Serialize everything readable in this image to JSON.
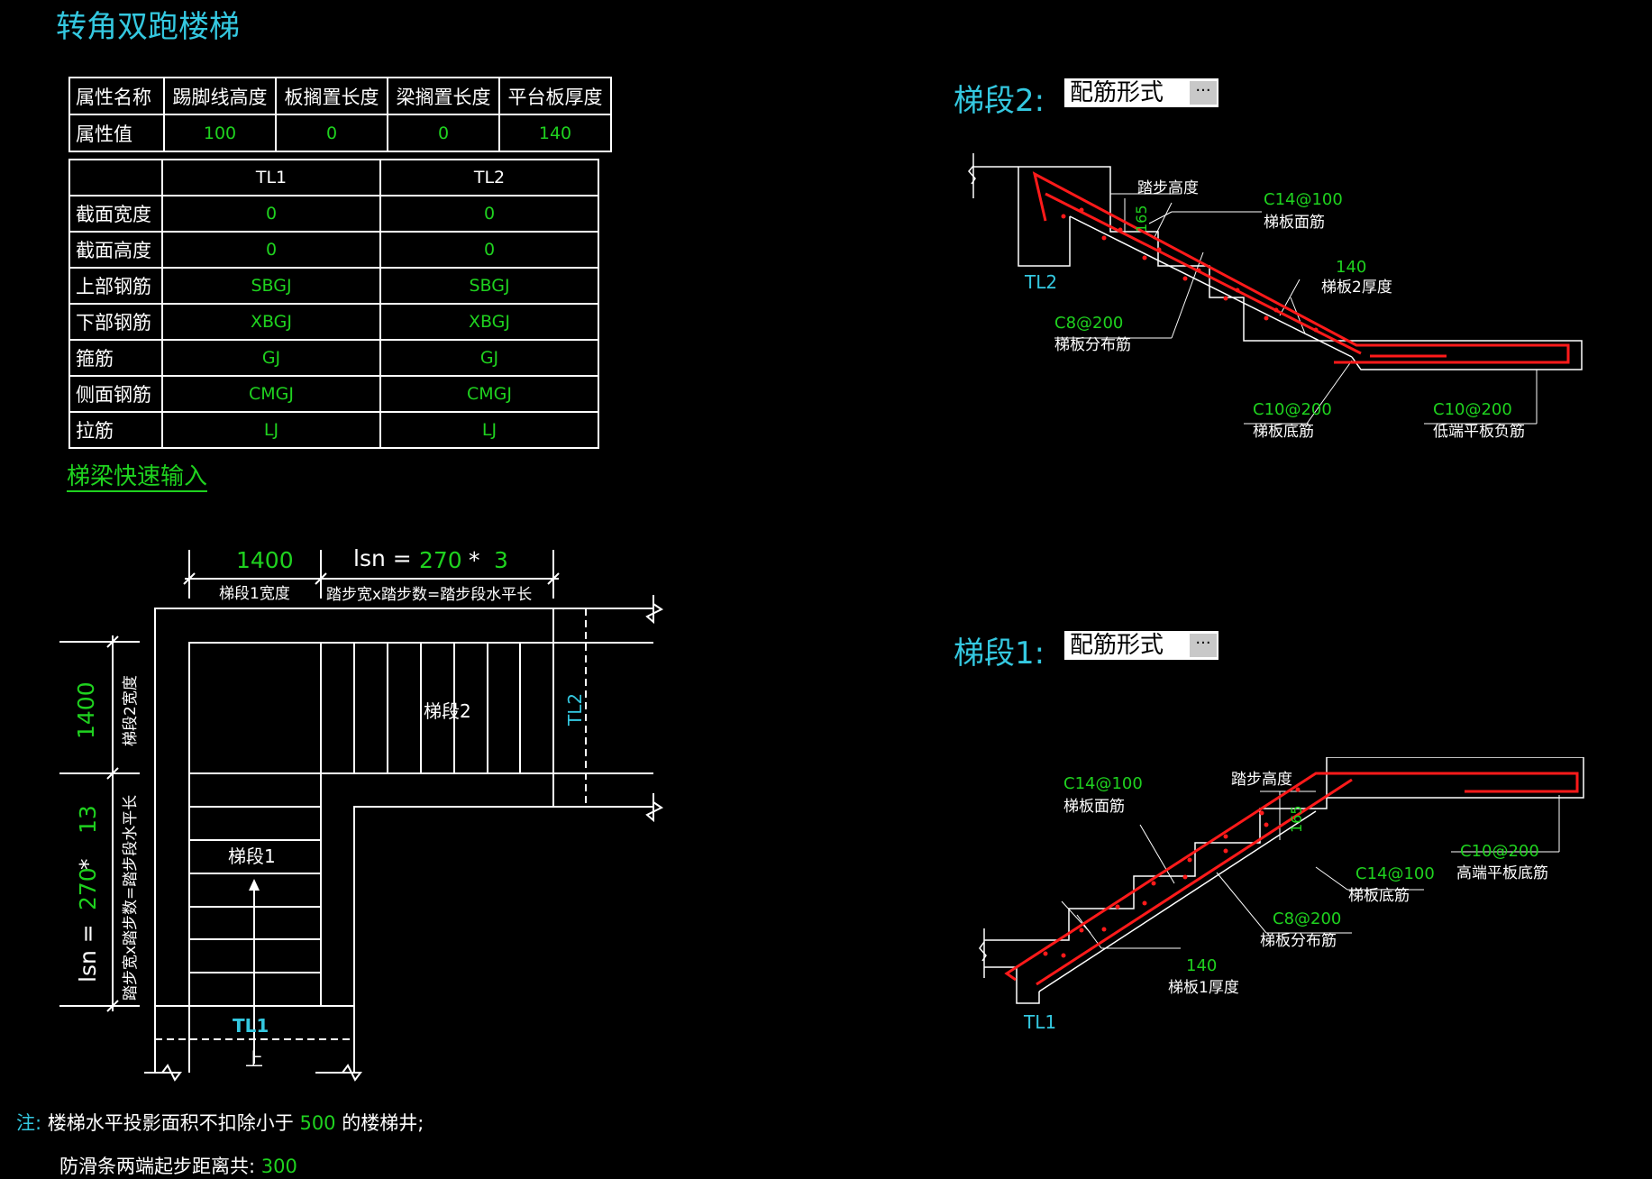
{
  "title": "转角双跑楼梯",
  "props_table": {
    "headers": [
      "属性名称",
      "踢脚线高度",
      "板搁置长度",
      "梁搁置长度",
      "平台板厚度"
    ],
    "row_label": "属性值",
    "values": [
      "100",
      "0",
      "0",
      "140"
    ]
  },
  "beam_table": {
    "columns": [
      "TL1",
      "TL2"
    ],
    "rows": [
      {
        "label": "截面宽度",
        "tl1": "0",
        "tl2": "0"
      },
      {
        "label": "截面高度",
        "tl1": "0",
        "tl2": "0"
      },
      {
        "label": "上部钢筋",
        "tl1": "SBGJ",
        "tl2": "SBGJ"
      },
      {
        "label": "下部钢筋",
        "tl1": "XBGJ",
        "tl2": "XBGJ"
      },
      {
        "label": "箍筋",
        "tl1": "GJ",
        "tl2": "GJ"
      },
      {
        "label": "侧面钢筋",
        "tl1": "CMGJ",
        "tl2": "CMGJ"
      },
      {
        "label": "拉筋",
        "tl1": "LJ",
        "tl2": "LJ"
      }
    ]
  },
  "quick_input_link": "梯梁快速输入",
  "plan": {
    "dim_top_value": "1400",
    "dim_top_label": "梯段1宽度",
    "lsn_prefix": "lsn =",
    "lsn_top_step": "270",
    "lsn_top_count": "3",
    "lsn_top_label": "踏步宽x踏步数=踏步段水平长",
    "dim_left_value": "1400",
    "dim_left_label": "梯段2宽度",
    "lsn_left_step": "270",
    "lsn_left_count": "13",
    "lsn_left_label": "踏步宽x踏步数=踏步段水平长",
    "flight2": "梯段2",
    "flight1": "梯段1",
    "tl1": "TL1",
    "tl2": "TL2",
    "up": "上"
  },
  "section2": {
    "label": "梯段2:",
    "combo_value": "配筋形式",
    "combo_button": "···",
    "step_height_label": "踏步高度",
    "step_height_value": "165",
    "top_bar_value": "C14@100",
    "top_bar_label": "梯板面筋",
    "thickness_value": "140",
    "thickness_label": "梯板2厚度",
    "dist_bar_value": "C8@200",
    "dist_bar_label": "梯板分布筋",
    "bottom_bar_value": "C10@200",
    "bottom_bar_label": "梯板底筋",
    "landing_bar_value": "C10@200",
    "landing_bar_label": "低端平板负筋",
    "beam": "TL2"
  },
  "section1": {
    "label": "梯段1:",
    "combo_value": "配筋形式",
    "combo_button": "···",
    "step_height_label": "踏步高度",
    "step_height_value": "165",
    "top_bar_value": "C14@100",
    "top_bar_label": "梯板面筋",
    "bottom_bar_value": "C14@100",
    "bottom_bar_label": "梯板底筋",
    "dist_bar_value": "C8@200",
    "dist_bar_label": "梯板分布筋",
    "landing_bar_value": "C10@200",
    "landing_bar_label": "高端平板底筋",
    "thickness_value": "140",
    "thickness_label": "梯板1厚度",
    "beam": "TL1"
  },
  "notes": {
    "prefix": "注:",
    "line1_a": "楼梯水平投影面积不扣除小于",
    "line1_value": "500",
    "line1_b": "的楼梯井;",
    "line2_a": "防滑条两端起步距离共:",
    "line2_value": "300"
  },
  "colors": {
    "background": "#000000",
    "cyan": "#34c8e0",
    "green": "#1fd21f",
    "rebar": "#ff1a1a",
    "line": "#ffffff"
  }
}
